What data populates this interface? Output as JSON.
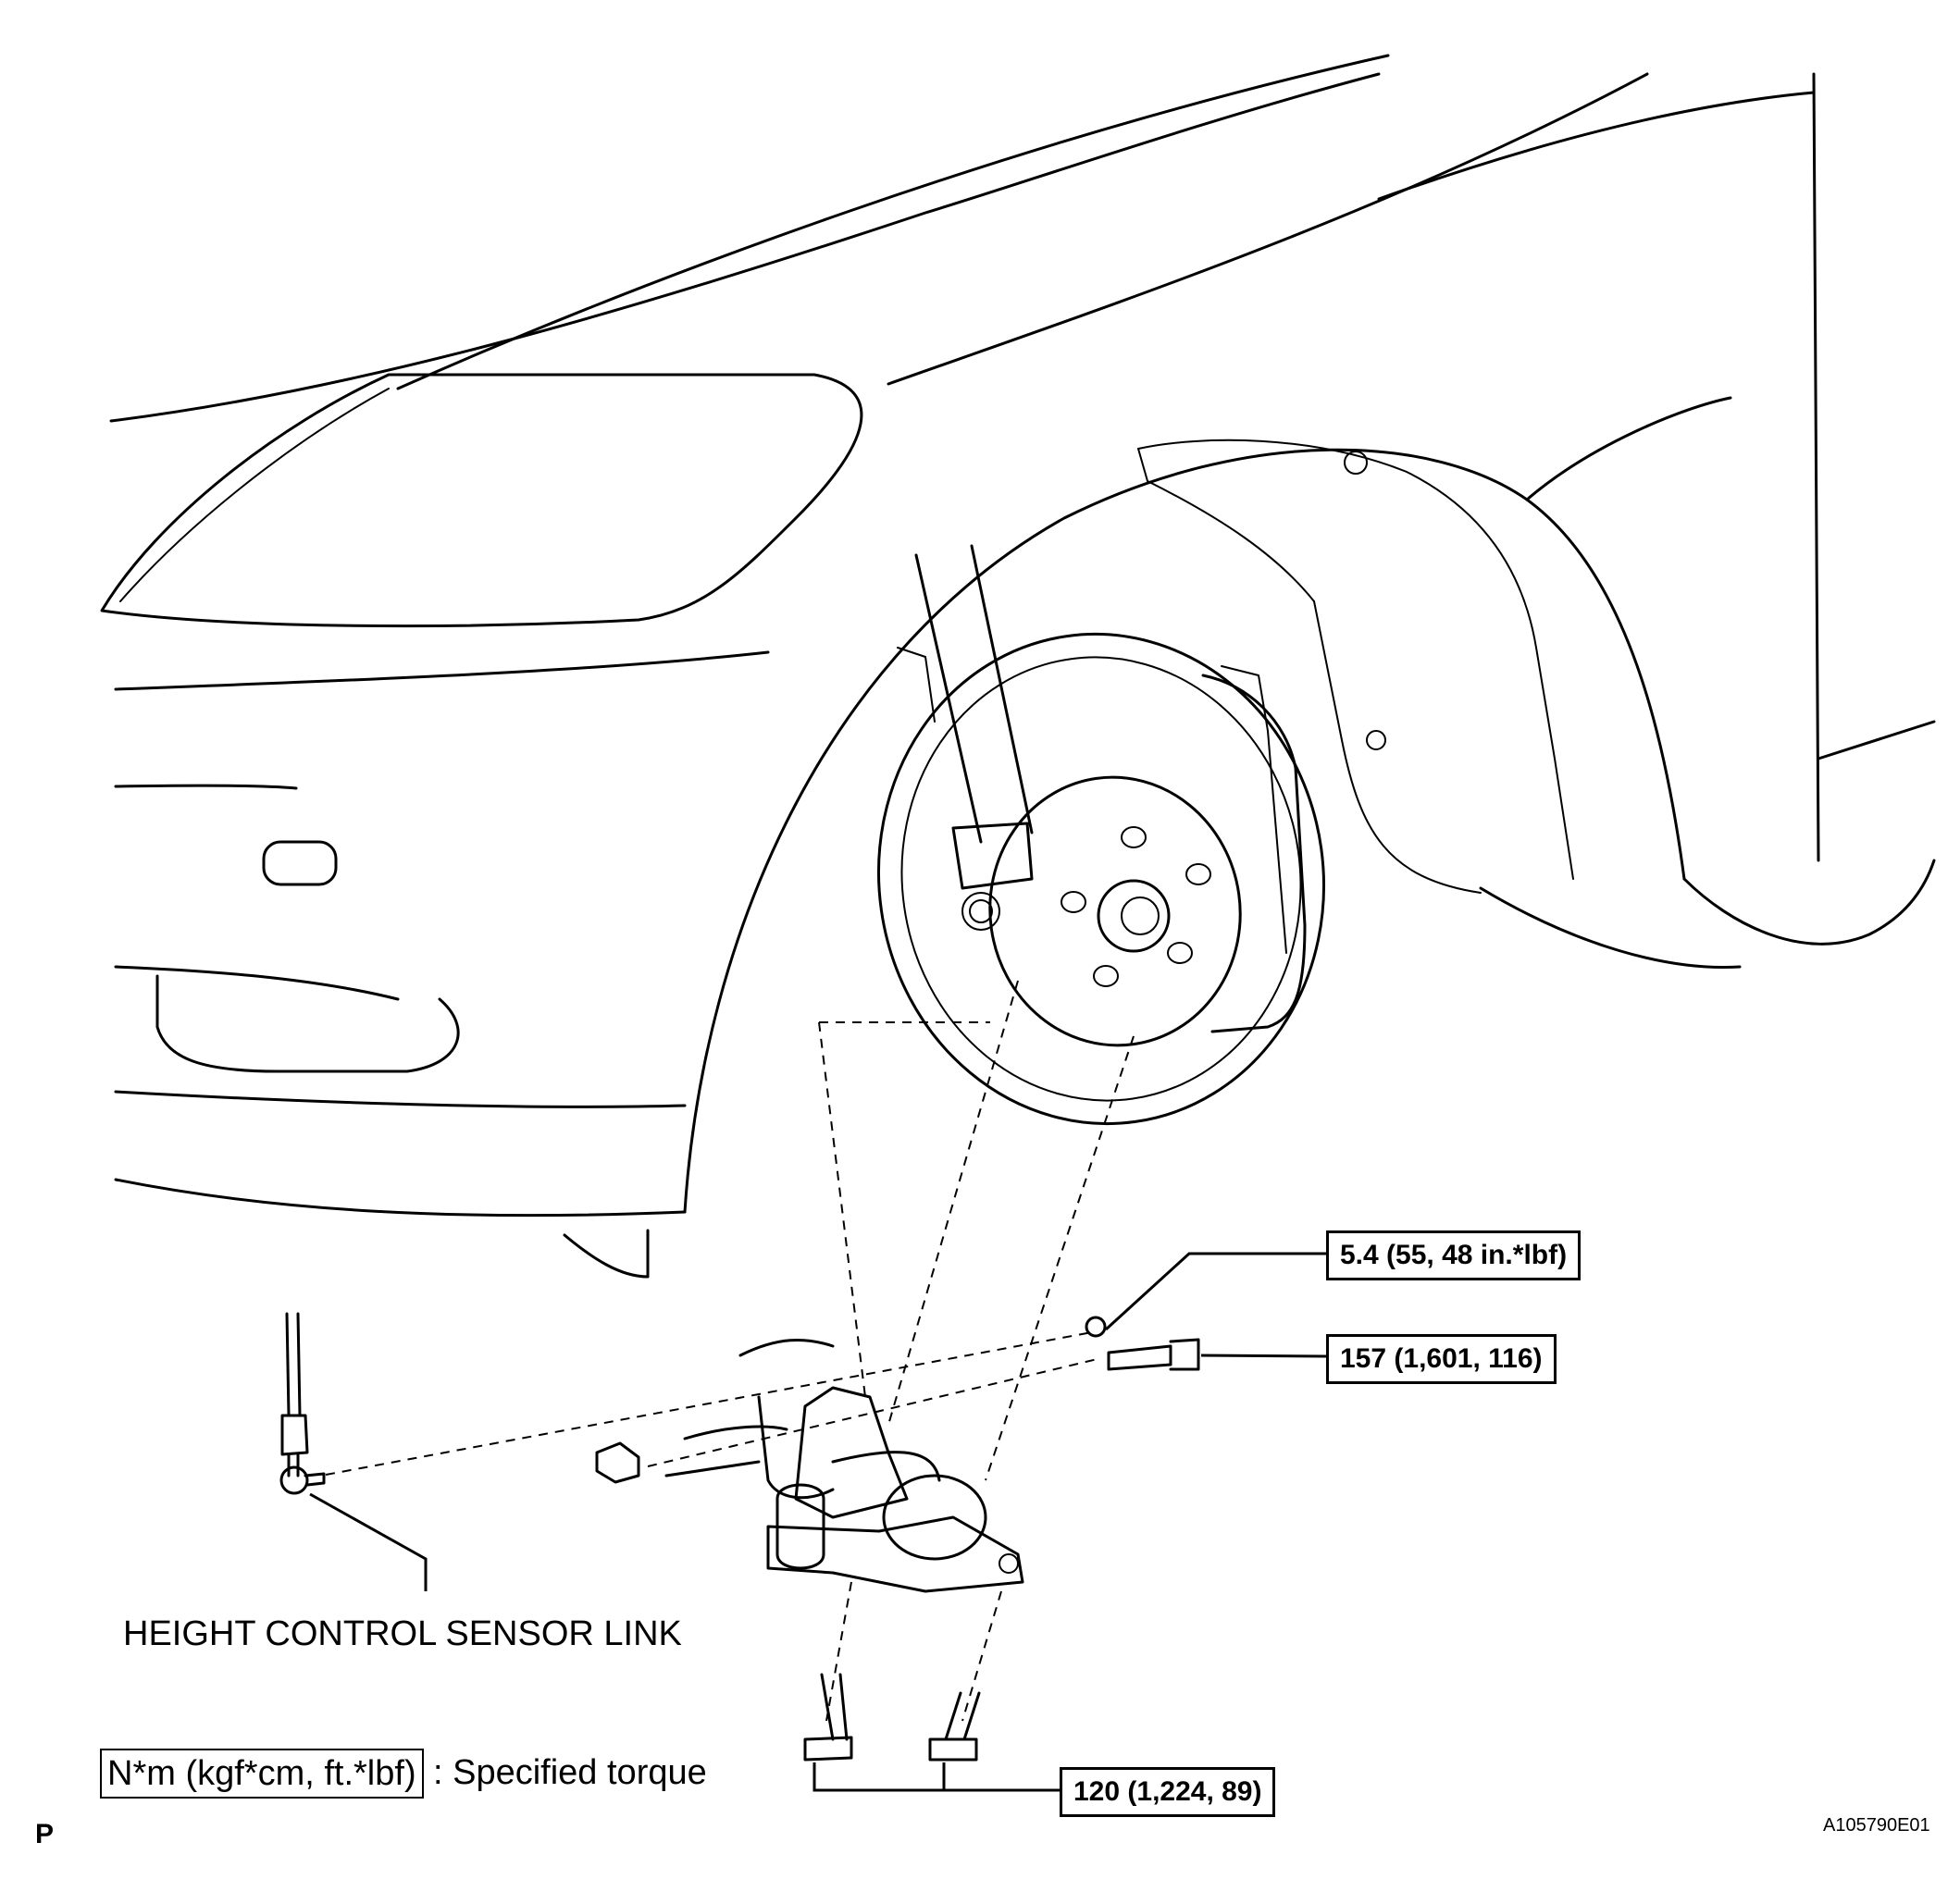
{
  "torque_callouts": [
    {
      "id": "nut-small",
      "text": "5.4 (55, 48 in.*lbf)"
    },
    {
      "id": "bolt-horizontal",
      "text": "157 (1,601, 116)"
    },
    {
      "id": "bolts-vertical",
      "text": "120 (1,224, 89)"
    }
  ],
  "part_label": "HEIGHT CONTROL SENSOR LINK",
  "legend": {
    "unit_box": "N*m (kgf*cm, ft.*lbf)",
    "description": ": Specified torque"
  },
  "corner_mark": "P",
  "figure_id": "A105790E01"
}
